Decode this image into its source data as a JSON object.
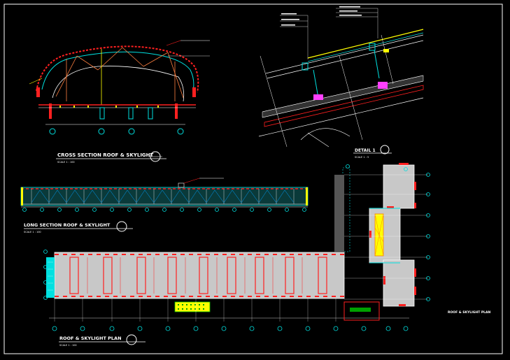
{
  "titles": {
    "cross_section": "CROSS SECTION ROOF & SKYLIGHT",
    "cross_section_scale": "SCALE 1 : 100",
    "detail": "DETAIL  1",
    "detail_scale": "SCALE 1 : 5",
    "long_section": "LONG SECTION ROOF & SKYLIGHT",
    "long_section_scale": "SCALE 1 : 100",
    "plan": "ROOF & SKYLIGHT PLAN",
    "plan_scale": "SCALE 1 : 100",
    "sheet_label": "ROOF & SKYLIGHT PLAN"
  },
  "colors": {
    "background": "#000000",
    "linework": "#ffffff",
    "structure": "#ff2020",
    "glazing": "#00e0e0",
    "fill": "#c8c8c8",
    "accent": "#ffff00",
    "magenta": "#ff40ff"
  }
}
